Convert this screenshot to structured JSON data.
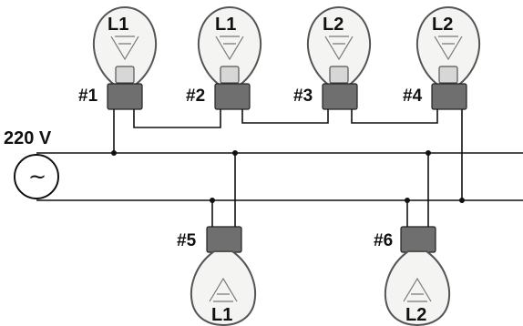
{
  "source": {
    "voltage": "220 V",
    "symbol": "~"
  },
  "bulbs": [
    {
      "id": "L1",
      "socket": "#1"
    },
    {
      "id": "L1",
      "socket": "#2"
    },
    {
      "id": "L2",
      "socket": "#3"
    },
    {
      "id": "L2",
      "socket": "#4"
    },
    {
      "id": "L1",
      "socket": "#5"
    },
    {
      "id": "L2",
      "socket": "#6"
    }
  ]
}
